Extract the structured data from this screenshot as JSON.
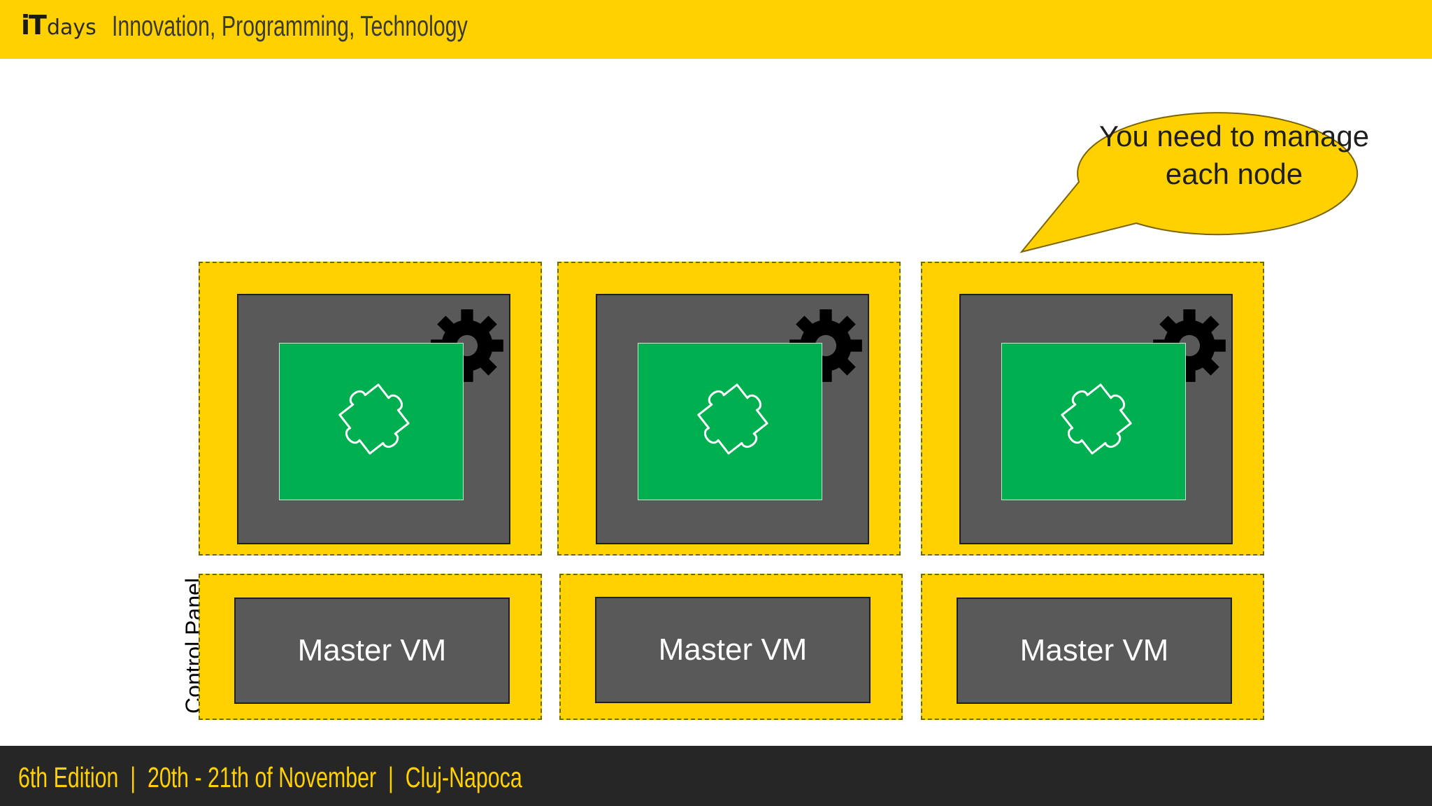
{
  "header": {
    "logo_it": "iT",
    "logo_days": "days",
    "tagline": "Innovation, Programming, Technology"
  },
  "footer": {
    "text": "6th Edition  |  20th - 21th of November  |  Cluj-Napoca"
  },
  "callout": {
    "text": "You need to manage each node"
  },
  "control_panel": {
    "label": "Control Panel",
    "masters": [
      {
        "label": "Master VM"
      },
      {
        "label": "Master VM"
      },
      {
        "label": "Master VM"
      }
    ]
  },
  "worker_nodes": [
    {
      "icons": [
        "gear-icon",
        "puzzle-icon"
      ]
    },
    {
      "icons": [
        "gear-icon",
        "puzzle-icon"
      ]
    },
    {
      "icons": [
        "gear-icon",
        "puzzle-icon"
      ]
    }
  ],
  "colors": {
    "brand_yellow": "#FFD100",
    "vm_gray": "#595959",
    "pod_green": "#00B050",
    "footer_dark": "#262626"
  }
}
